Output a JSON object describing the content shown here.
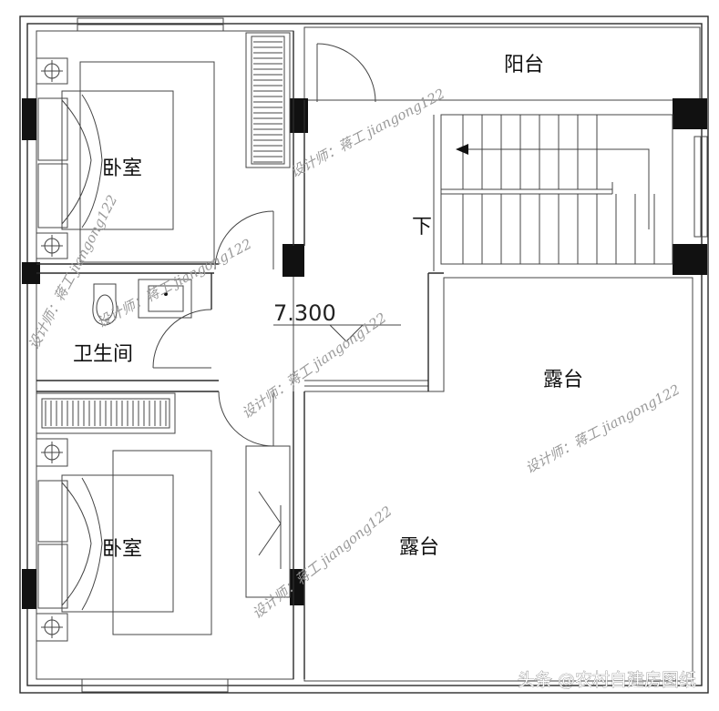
{
  "rooms": {
    "bedroom_top": "卧室",
    "bedroom_bottom": "卧室",
    "bathroom": "卫生间",
    "balcony": "阳台",
    "terrace_right": "露台",
    "terrace_bottom": "露台",
    "stair_down": "下"
  },
  "elevation": "7.300",
  "watermarks": [
    "设计师：蒋工 jiangong122",
    "设计师：蒋工 jiangong122",
    "设计师：蒋工 jiangong122",
    "设计师：蒋工 jiangong122",
    "设计师：蒋工 jiangong122",
    "设计师：蒋工 jiangong122"
  ],
  "credit": "头条 @农村自建房图纸"
}
